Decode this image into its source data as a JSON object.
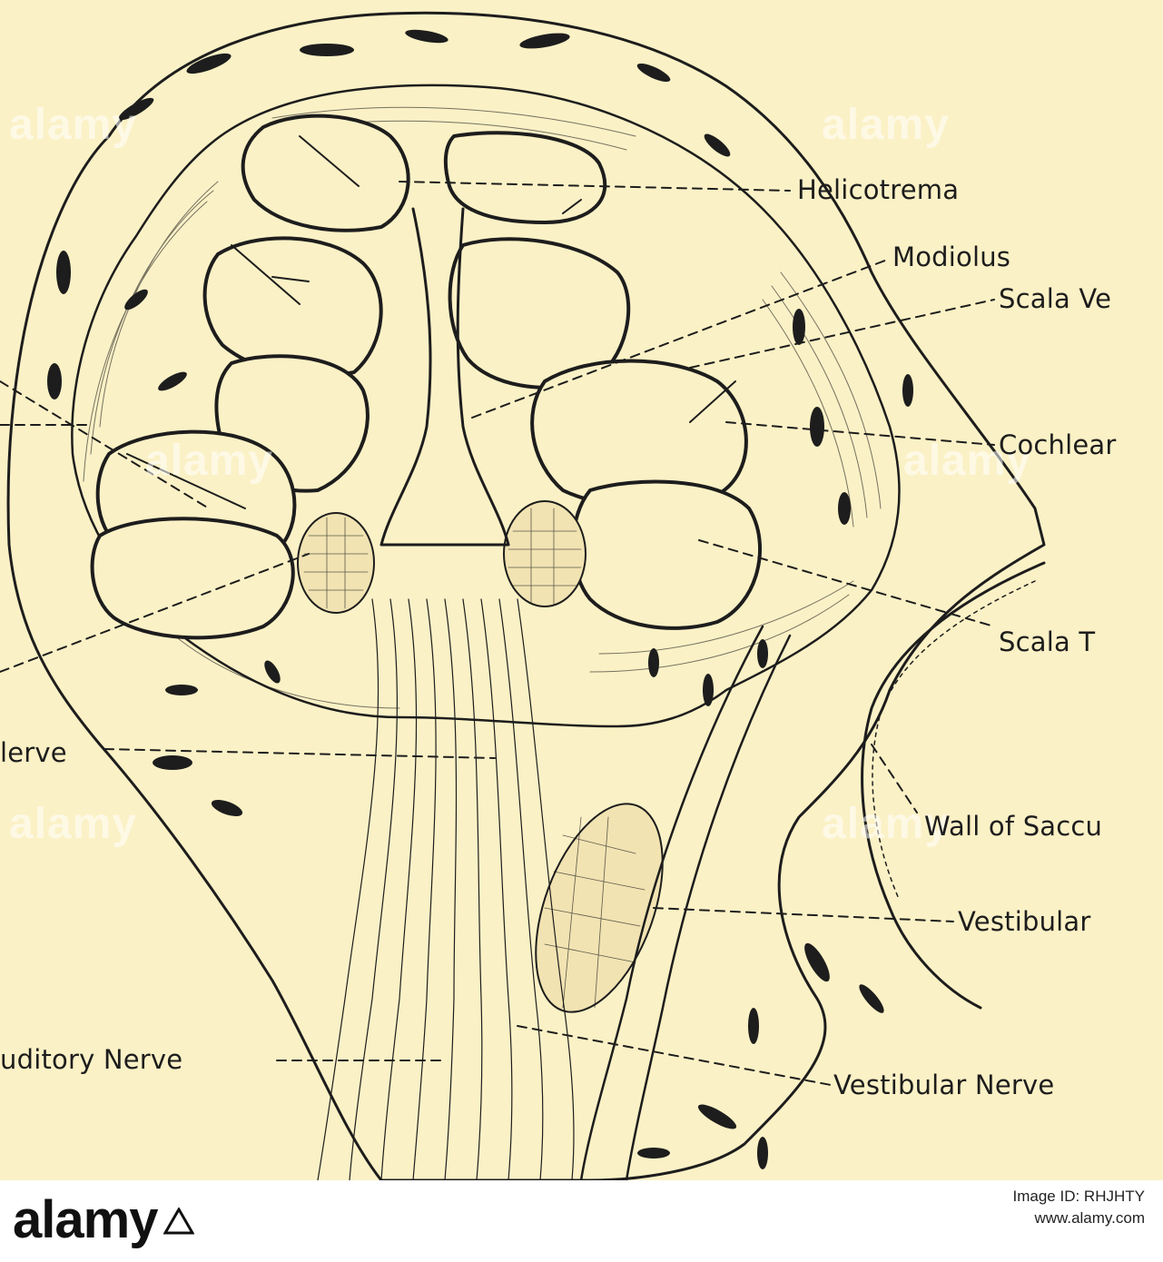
{
  "diagram": {
    "labels": {
      "helicotrema": "Helicotrema",
      "modiolus": "Modiolus",
      "scala_vestibuli": "Scala Ve",
      "cochlear": "Cochlear",
      "scala_tympani": "Scala T",
      "nerve_left": "lerve",
      "wall_of_sacculus": "Wall of Saccu",
      "vestibular": "Vestibular",
      "auditory_nerve": "uditory Nerve",
      "vestibular_nerve": "Vestibular Nerve"
    },
    "watermark": "alamy"
  },
  "footer": {
    "logo": "alamy",
    "image_id_line1": "Image ID: RHJHTY",
    "image_id_line2": "www.alamy.com"
  },
  "colors": {
    "paper": "#fbf1c6",
    "ink": "#1d1d1d",
    "footer_bg": "#ffffff"
  }
}
